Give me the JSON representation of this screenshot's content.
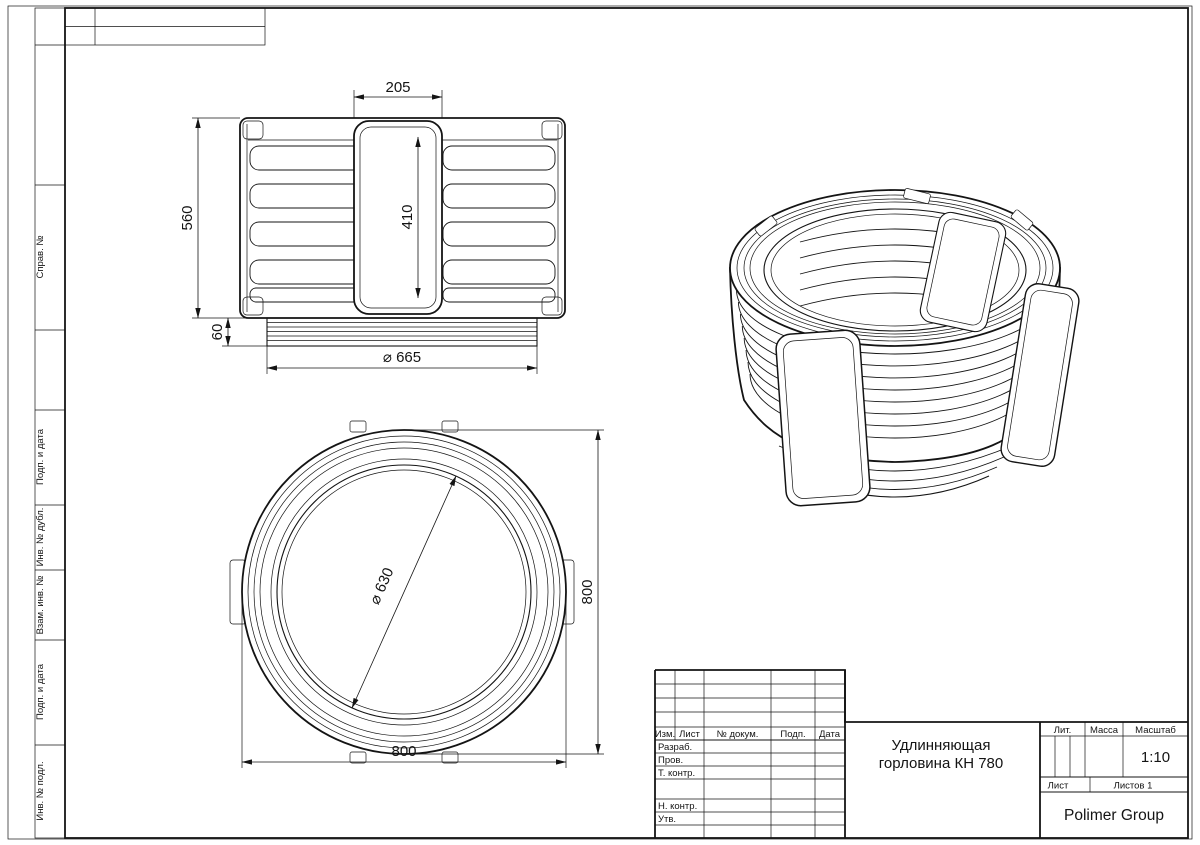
{
  "sheet": {
    "side_labels": [
      "Справ. №",
      "Подп. и дата",
      "Инв. № дубл.",
      "Взам. инв. №",
      "Подп. и дата",
      "Инв. № подл."
    ]
  },
  "title_block": {
    "columns": {
      "izm": "Изм.",
      "list": "Лист",
      "doc": "№ докум.",
      "podp": "Подп.",
      "data": "Дата"
    },
    "rows": {
      "razrab": "Разраб.",
      "prov": "Пров.",
      "tkontr": "Т. контр.",
      "nkontr": "Н. контр.",
      "utv": "Утв."
    },
    "doc_name_line1": "Удлинняющая",
    "doc_name_line2": "горловина КН 780",
    "lit_label": "Лит.",
    "mass_label": "Масса",
    "scale_label": "Масштаб",
    "scale_value": "1:10",
    "sheet_label": "Лист",
    "sheets_label": "Листов 1",
    "company": "Polimer Group"
  },
  "dimensions": {
    "front_width_top": "205",
    "front_inner_height": "410",
    "front_height": "560",
    "front_thread_height": "60",
    "front_thread_diameter": "⌀ 665",
    "top_bore_diameter": "⌀ 630",
    "top_overall_width": "800",
    "top_overall_height": "800"
  }
}
